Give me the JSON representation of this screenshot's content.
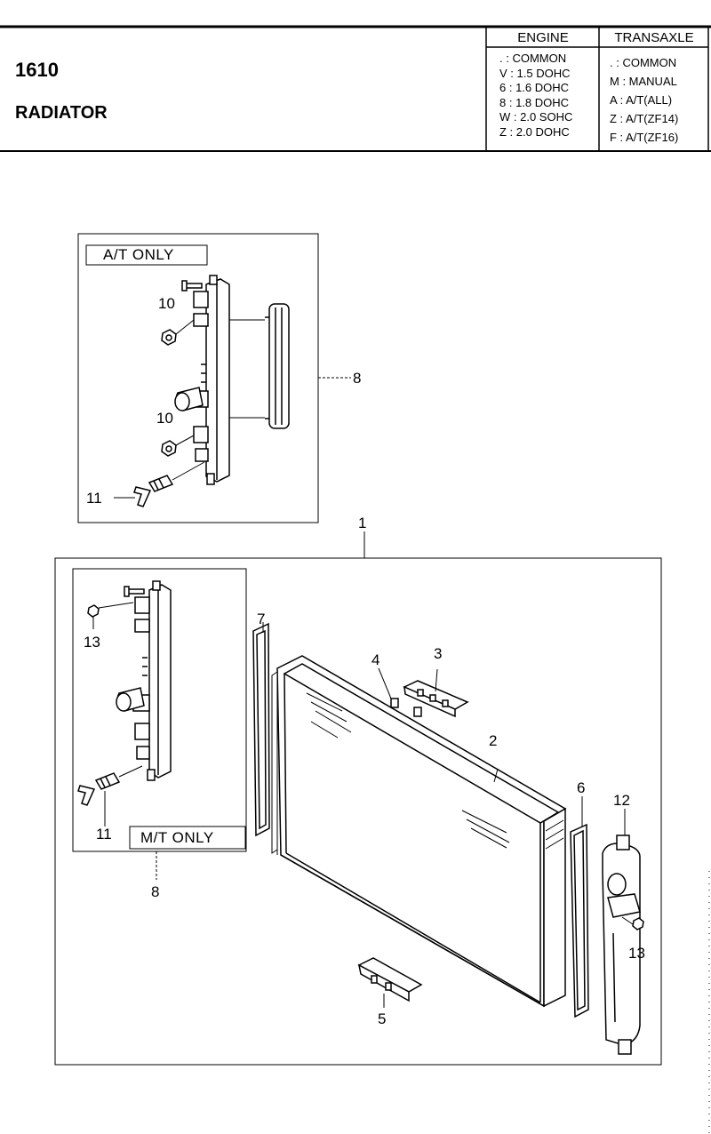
{
  "header": {
    "code": "1610",
    "title": "RADIATOR",
    "engine": {
      "heading": "ENGINE",
      "rows": [
        ". : COMMON",
        "V : 1.5 DOHC",
        "6 : 1.6 DOHC",
        "8 : 1.8 DOHC",
        "W : 2.0 SOHC",
        "Z : 2.0 DOHC"
      ]
    },
    "transaxle": {
      "heading": "TRANSAXLE",
      "rows": [
        ". : COMMON",
        "M : MANUAL",
        "A : A/T(ALL)",
        "Z : A/T(ZF14)",
        "F : A/T(ZF16)"
      ]
    }
  },
  "diagram": {
    "at_box_label": "A/T ONLY",
    "mt_box_label": "M/T ONLY",
    "callouts": {
      "c1": "1",
      "c2": "2",
      "c3": "3",
      "c4": "4",
      "c5": "5",
      "c6": "6",
      "c7": "7",
      "c8_top": "8",
      "c8_bottom": "8",
      "c10_a": "10",
      "c10_b": "10",
      "c11_top": "11",
      "c11_bottom": "11",
      "c12": "12",
      "c13_left": "13",
      "c13_right": "13"
    }
  }
}
